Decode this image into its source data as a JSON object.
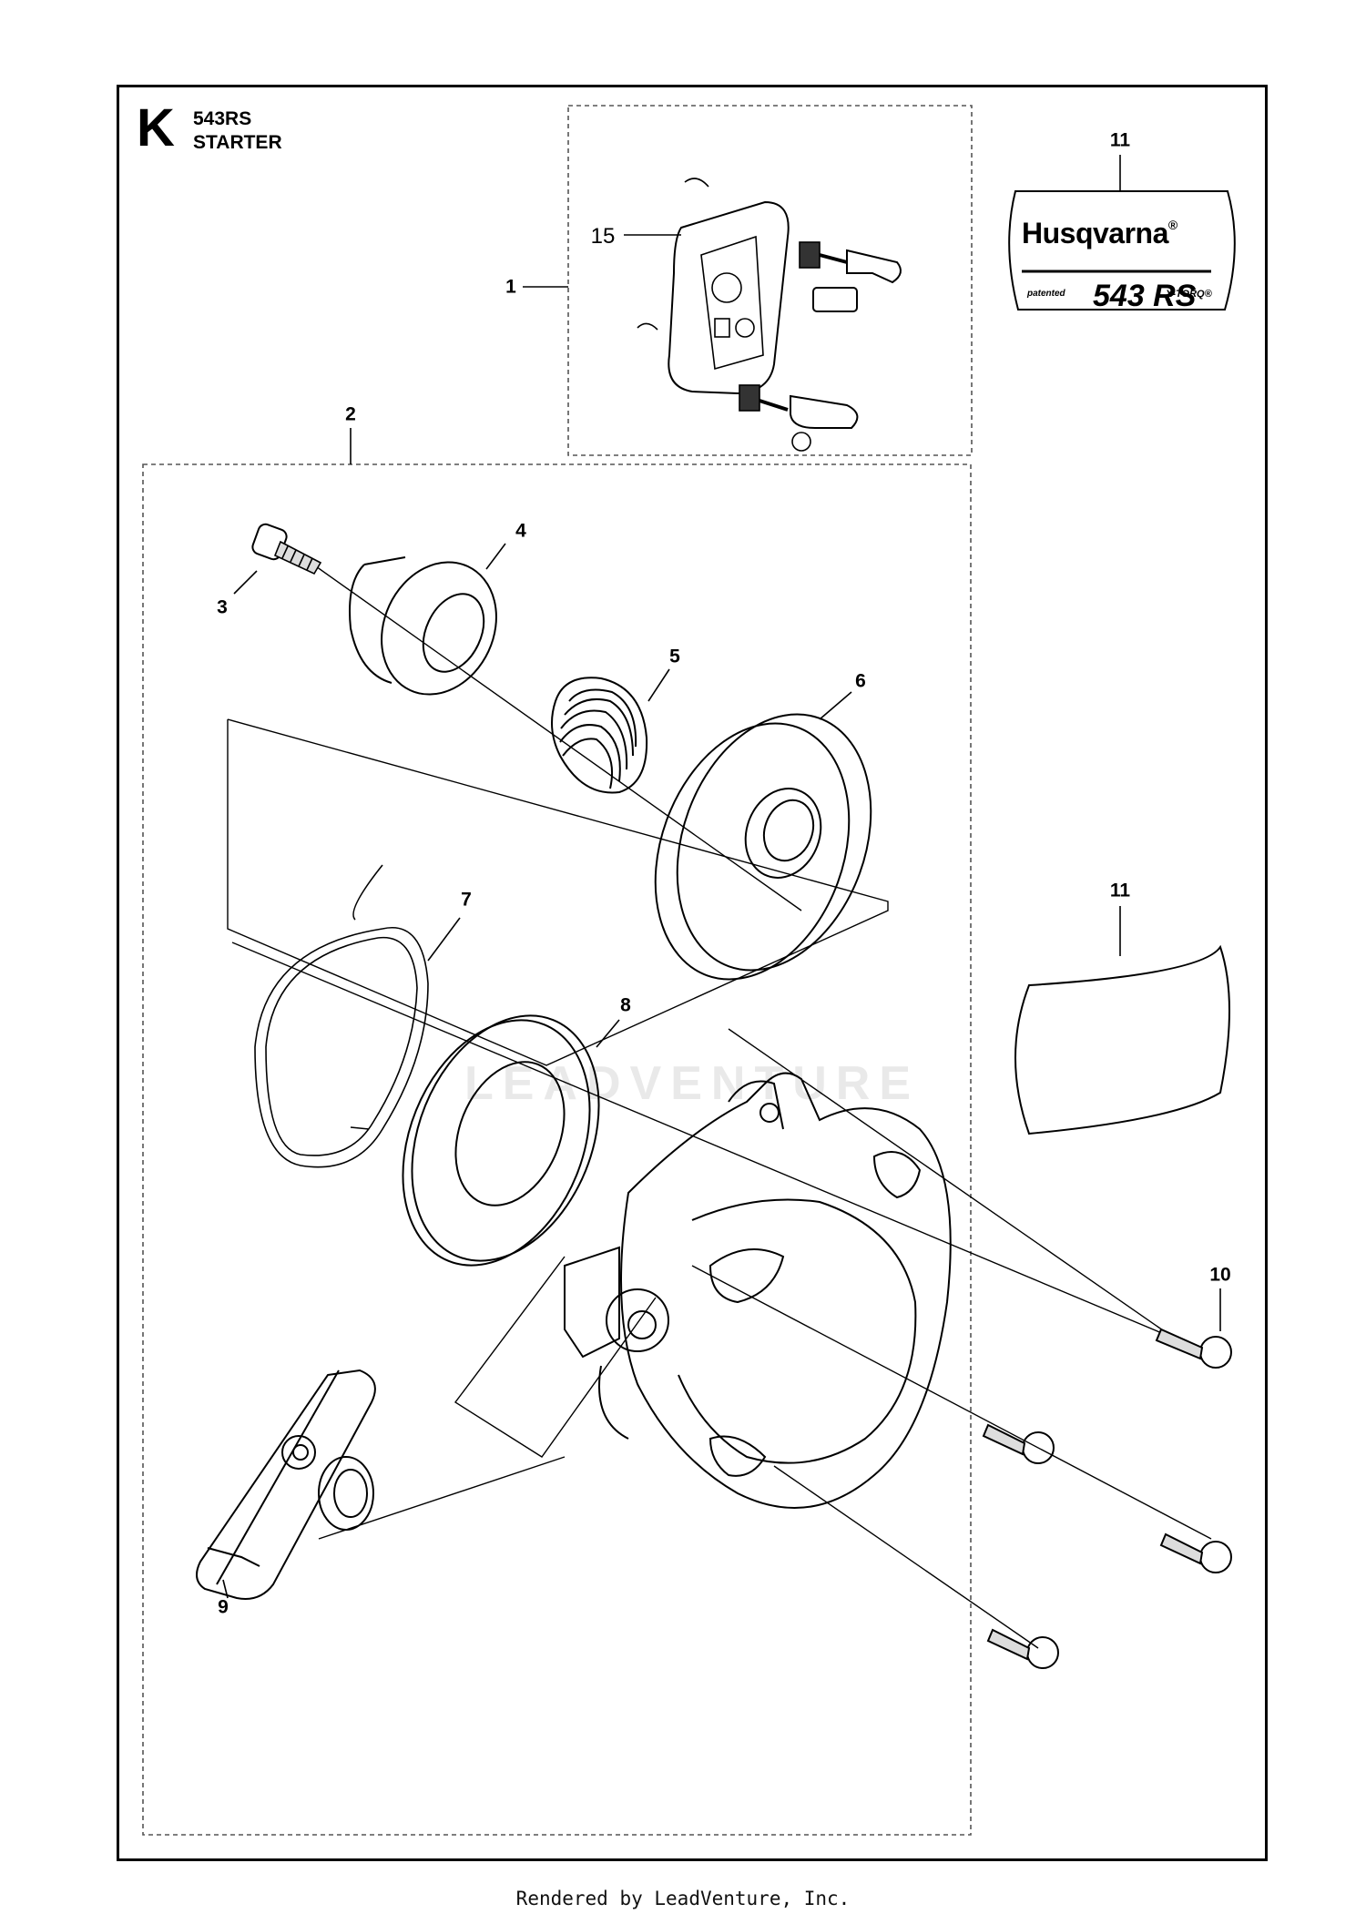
{
  "header": {
    "section_letter": "K",
    "model": "543RS",
    "title": "STARTER"
  },
  "callouts": {
    "c1": "1",
    "c2": "2",
    "c3": "3",
    "c4": "4",
    "c5": "5",
    "c6": "6",
    "c7": "7",
    "c8": "8",
    "c9": "9",
    "c10": "10",
    "c11a": "11",
    "c11b": "11",
    "c15": "15"
  },
  "decal": {
    "brand": "Husqvarna",
    "brand_mark": "®",
    "model": "543 RS",
    "left_small": "patented",
    "right_small": "X-TORQ®"
  },
  "watermark": "LEADVENTURE",
  "footer": "Rendered by LeadVenture, Inc.",
  "colors": {
    "line": "#000000",
    "dash": "#555555",
    "hatch": "#444444",
    "watermark": "#e9e9e9"
  }
}
